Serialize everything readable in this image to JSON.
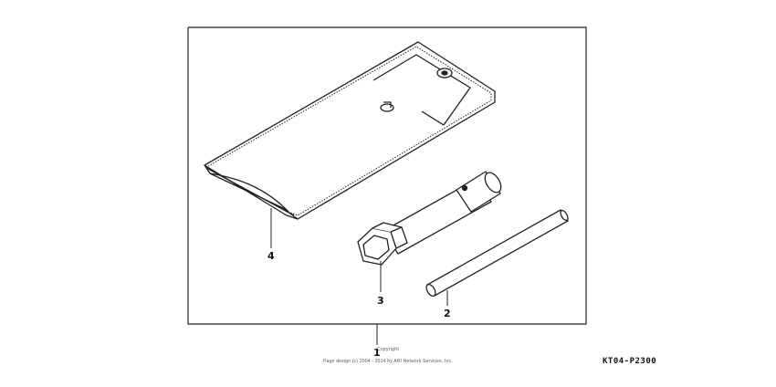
{
  "diagram": {
    "callouts": [
      {
        "id": "1",
        "label": "1"
      },
      {
        "id": "2",
        "label": "2"
      },
      {
        "id": "3",
        "label": "3"
      },
      {
        "id": "4",
        "label": "4"
      }
    ],
    "code": "KT04-P2300"
  },
  "footer": {
    "copyright_line1": "Copyright",
    "copyright_line2": "Page design (c) 2004 - 2014 by ARI Network Services, Inc."
  }
}
